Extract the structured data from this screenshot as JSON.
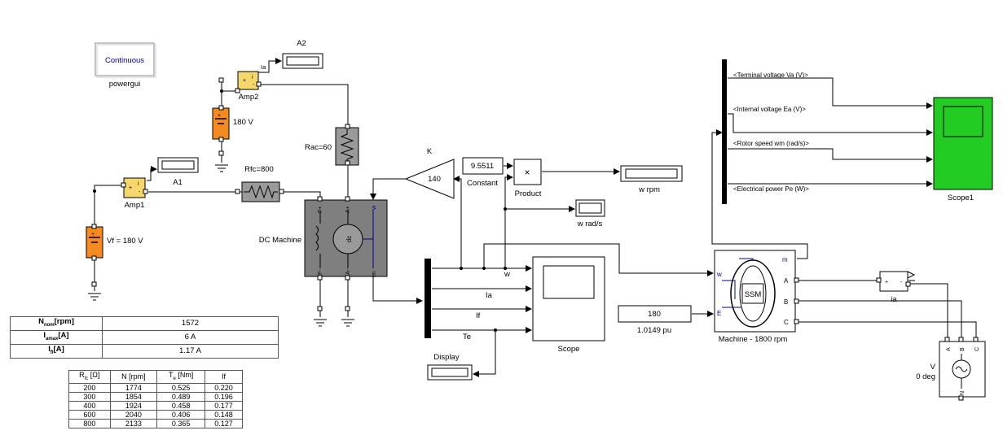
{
  "powergui": {
    "label": "Continuous",
    "caption": "powergui"
  },
  "displays": {
    "a2": "A2",
    "a1": "A1",
    "w_rpm": "w rpm",
    "w_rads": "w rad/s",
    "display": "Display"
  },
  "blocks": {
    "amp2": "Amp2",
    "amp1": "Amp1",
    "amp2_port": "Ia",
    "src_180": "180 V",
    "vf": "Vf = 180 V",
    "rfc": "Rfc=800",
    "rac": "Rac=60",
    "gain_label": "K",
    "gain_value": "140",
    "constant_value": "9.5511",
    "constant": "Constant",
    "product": "Product",
    "product_symbol": "×",
    "dc_machine": "DC Machine",
    "dc_symbol": "dc",
    "dc_port_fp": "F+",
    "dc_port_fm": "F-",
    "dc_port_ap": "A+",
    "dc_port_am": "A-",
    "dc_port_w": "w",
    "dc_port_m": "m",
    "scope": "Scope",
    "scope1": "Scope1",
    "machine": "Machine - 1800 rpm",
    "ssm": "SSM",
    "ssm_w": "w",
    "ssm_e": "E",
    "ssm_m": "m",
    "ssm_a": "A",
    "ssm_b": "B",
    "ssm_c": "C",
    "e_value": "180",
    "e_pu": "1.0149 pu",
    "ia": "ia",
    "ac_v": "V",
    "ac_deg": "0 deg",
    "ac_a": "A",
    "ac_b": "B",
    "ac_c": "C",
    "ac_n": "N"
  },
  "signals": {
    "w": "w",
    "ia": "Ia",
    "if": "If",
    "te": "Te",
    "terminal_voltage": "<Terminal voltage Va (V)>",
    "internal_voltage": "<Internal voltage Ea (V)>",
    "rotor_speed": "<Rotor speed wm (rad/s)>",
    "electrical_power": "<Electrical power Pe (W)>"
  },
  "nominal_table": {
    "rows": [
      {
        "label": "N",
        "sub": "nom",
        "unit": "[rpm]",
        "value": "1572"
      },
      {
        "label": "I",
        "sub": "amax",
        "unit": "[A]",
        "value": "6 A"
      },
      {
        "label": "I",
        "sub": "fl",
        "unit": "[A]",
        "value": "1.17 A"
      }
    ]
  },
  "field_table": {
    "headers": [
      {
        "label": "R",
        "sub": "fc",
        "unit": " [Ω]"
      },
      {
        "label": "N [rpm]",
        "sub": "",
        "unit": ""
      },
      {
        "label": "T",
        "sub": "e",
        "unit": " [Nm]"
      },
      {
        "label": "If",
        "sub": "",
        "unit": ""
      }
    ],
    "rows": [
      [
        "200",
        "1774",
        "0.525",
        "0.220"
      ],
      [
        "300",
        "1854",
        "0.489",
        "0.196"
      ],
      [
        "400",
        "1924",
        "0.458",
        "0.177"
      ],
      [
        "600",
        "2040",
        "0.406",
        "0.148"
      ],
      [
        "800",
        "2133",
        "0.365",
        "0.127"
      ]
    ]
  },
  "colors": {
    "amp_fill": "#f5d76e",
    "dc_source_fill": "#f58a1f",
    "machine_fill": "#7f7f7f",
    "scope1_fill": "#22cc22",
    "resistor_fill": "#9a9a9a",
    "signal_blue": "#00008b"
  }
}
